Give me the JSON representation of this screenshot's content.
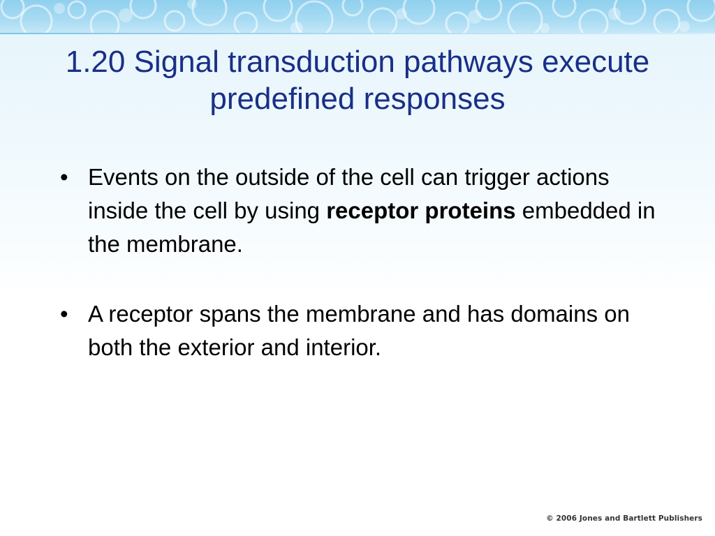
{
  "slide": {
    "title": "1.20 Signal transduction pathways execute predefined responses",
    "bullet_glyph": "•",
    "bullets": [
      {
        "part1": "Events on the outside of the cell can trigger actions inside the cell by using ",
        "bold": "receptor proteins",
        "part2": " embedded in the membrane."
      },
      {
        "text": "A receptor spans the membrane and has domains on both the exterior and interior."
      }
    ],
    "copyright": "© 2006 Jones and Bartlett Publishers"
  },
  "theme": {
    "title_color": "#1a2f86",
    "banner_color": "#aadcf3",
    "body_text_color": "#000000"
  }
}
